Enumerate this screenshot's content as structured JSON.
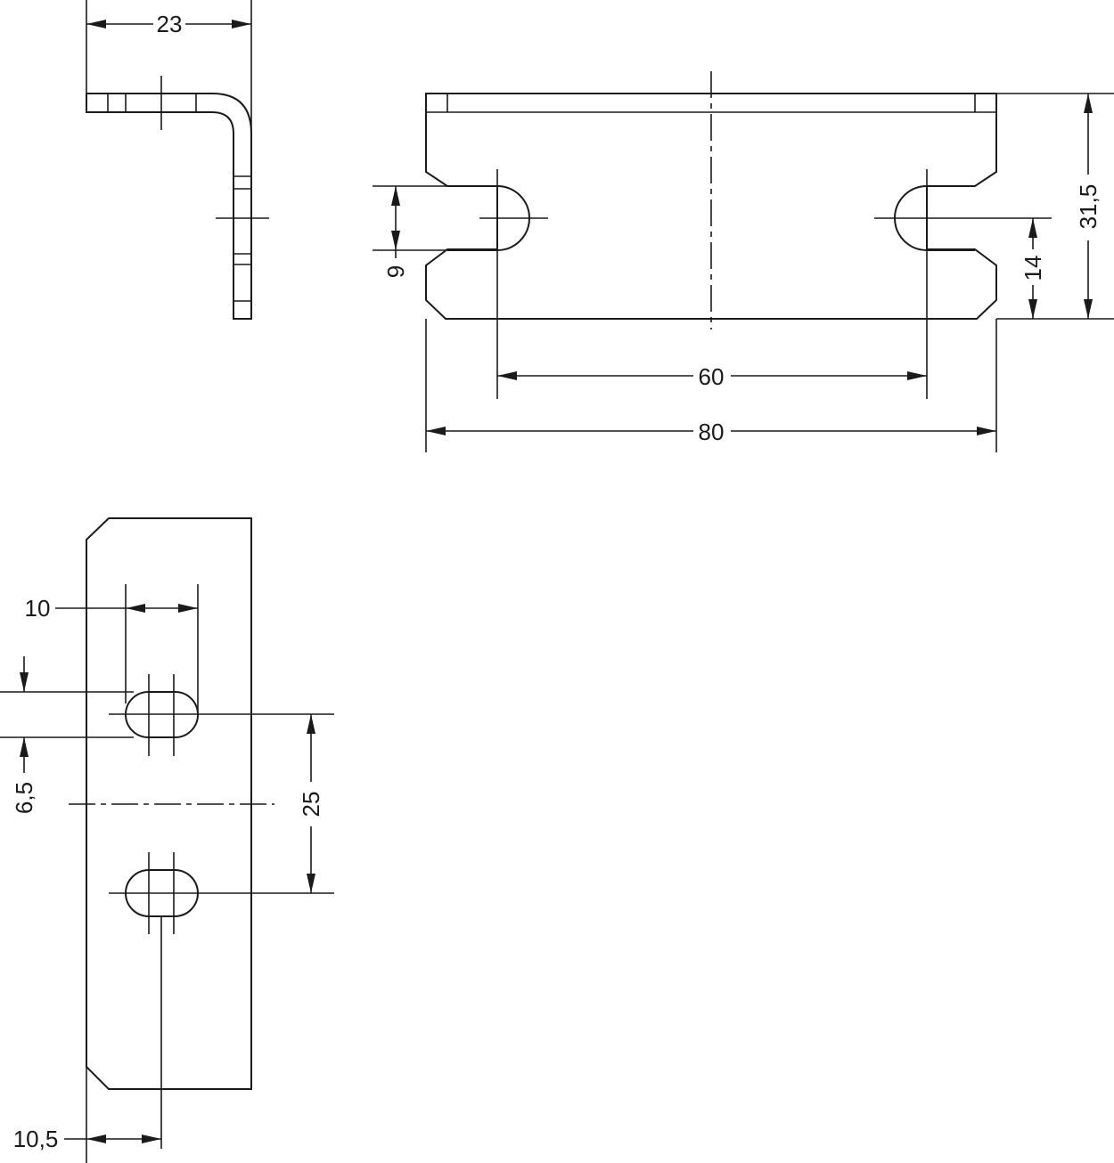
{
  "dimensions": {
    "side_width": "23",
    "front_height": "31,5",
    "front_half_height": "14",
    "slot_width": "9",
    "slot_spacing": "60",
    "total_length": "80",
    "plan_hole_length": "10",
    "plan_hole_width": "6,5",
    "plan_hole_spacing": "25",
    "plan_edge_offset": "10,5"
  }
}
